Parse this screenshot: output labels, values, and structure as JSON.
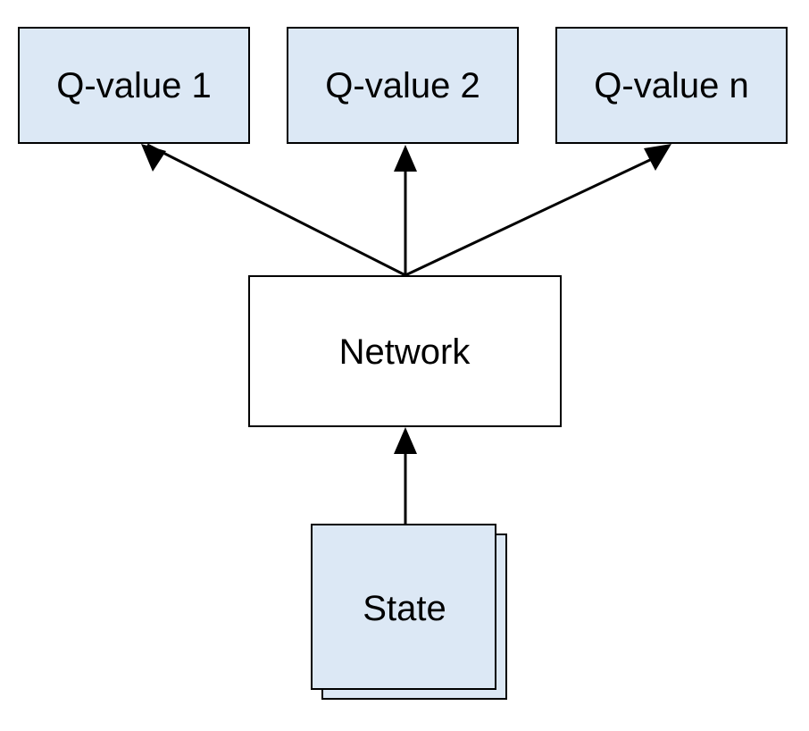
{
  "diagram": {
    "nodes": {
      "q1": {
        "label": "Q-value 1"
      },
      "q2": {
        "label": "Q-value 2"
      },
      "qn": {
        "label": "Q-value n"
      },
      "network": {
        "label": "Network"
      },
      "state": {
        "label": "State"
      }
    },
    "edges": [
      {
        "from": "network",
        "to": "q1"
      },
      {
        "from": "network",
        "to": "q2"
      },
      {
        "from": "network",
        "to": "qn"
      },
      {
        "from": "state",
        "to": "network"
      }
    ],
    "colors": {
      "q_fill": "#dce8f5",
      "state_fill": "#dce8f5",
      "network_fill": "#ffffff",
      "stroke": "#000000"
    }
  }
}
